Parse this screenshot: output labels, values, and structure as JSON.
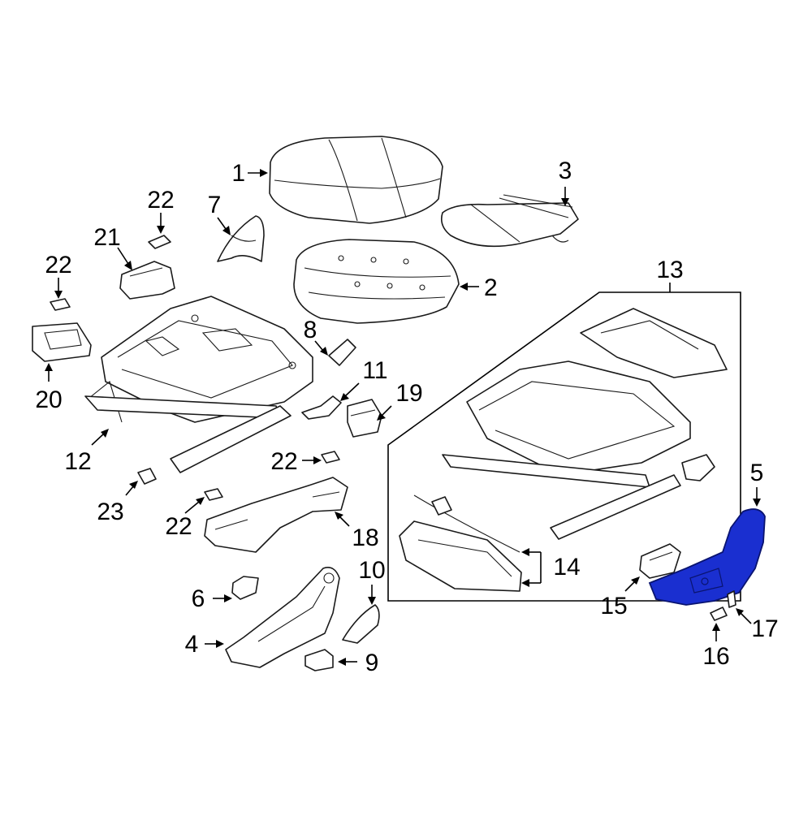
{
  "highlight_color": "#1a2fd0",
  "callouts": {
    "c1": "1",
    "c2": "2",
    "c3": "3",
    "c4": "4",
    "c5": "5",
    "c6": "6",
    "c7": "7",
    "c8": "8",
    "c9": "9",
    "c10": "10",
    "c11": "11",
    "c12": "12",
    "c13": "13",
    "c14": "14",
    "c15": "15",
    "c16": "16",
    "c17": "17",
    "c18": "18",
    "c19": "19",
    "c20": "20",
    "c21": "21",
    "c22a": "22",
    "c22b": "22",
    "c22c": "22",
    "c22d": "22",
    "c23": "23"
  }
}
